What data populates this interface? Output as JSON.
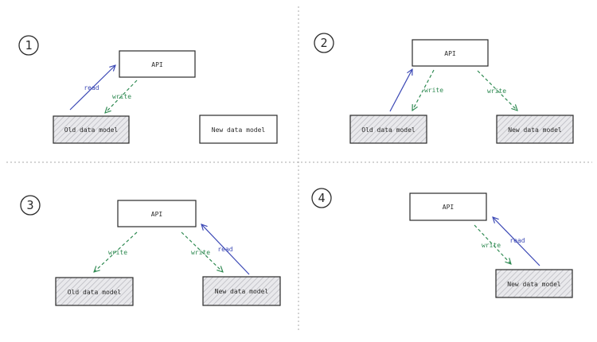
{
  "colors": {
    "box_stroke": "#2a2a2a",
    "box_fill": "#ffffff",
    "hatch_fill": "#e9e9ec",
    "hatch_lines": "#bdbdc3",
    "read": "#3b48b5",
    "write": "#2f8a52",
    "divider": "#a9a9a9"
  },
  "labels": {
    "api": "API",
    "old_model": "Old data model",
    "new_model": "New data model",
    "read": "read",
    "write": "write"
  },
  "steps": [
    {
      "number": "1",
      "boxes": [
        {
          "id": "api",
          "text": "API",
          "hatched": false
        },
        {
          "id": "old",
          "text": "Old data model",
          "hatched": true
        },
        {
          "id": "new",
          "text": "New data model",
          "hatched": false
        }
      ],
      "edges": [
        {
          "kind": "read",
          "from": "old",
          "to": "api",
          "text": "read"
        },
        {
          "kind": "write",
          "from": "api",
          "to": "old",
          "text": "write"
        }
      ]
    },
    {
      "number": "2",
      "boxes": [
        {
          "id": "api",
          "text": "API",
          "hatched": false
        },
        {
          "id": "old",
          "text": "Old data model",
          "hatched": true
        },
        {
          "id": "new",
          "text": "New data model",
          "hatched": true
        }
      ],
      "edges": [
        {
          "kind": "read",
          "from": "old",
          "to": "api",
          "text": ""
        },
        {
          "kind": "write",
          "from": "api",
          "to": "old",
          "text": "write"
        },
        {
          "kind": "write",
          "from": "api",
          "to": "new",
          "text": "write"
        }
      ]
    },
    {
      "number": "3",
      "boxes": [
        {
          "id": "api",
          "text": "API",
          "hatched": false
        },
        {
          "id": "old",
          "text": "Old data model",
          "hatched": true
        },
        {
          "id": "new",
          "text": "New data model",
          "hatched": true
        }
      ],
      "edges": [
        {
          "kind": "write",
          "from": "api",
          "to": "old",
          "text": "write"
        },
        {
          "kind": "write",
          "from": "api",
          "to": "new",
          "text": "write"
        },
        {
          "kind": "read",
          "from": "new",
          "to": "api",
          "text": "read"
        }
      ]
    },
    {
      "number": "4",
      "boxes": [
        {
          "id": "api",
          "text": "API",
          "hatched": false
        },
        {
          "id": "new",
          "text": "New data model",
          "hatched": true
        }
      ],
      "edges": [
        {
          "kind": "write",
          "from": "api",
          "to": "new",
          "text": "write"
        },
        {
          "kind": "read",
          "from": "new",
          "to": "api",
          "text": "read"
        }
      ]
    }
  ]
}
